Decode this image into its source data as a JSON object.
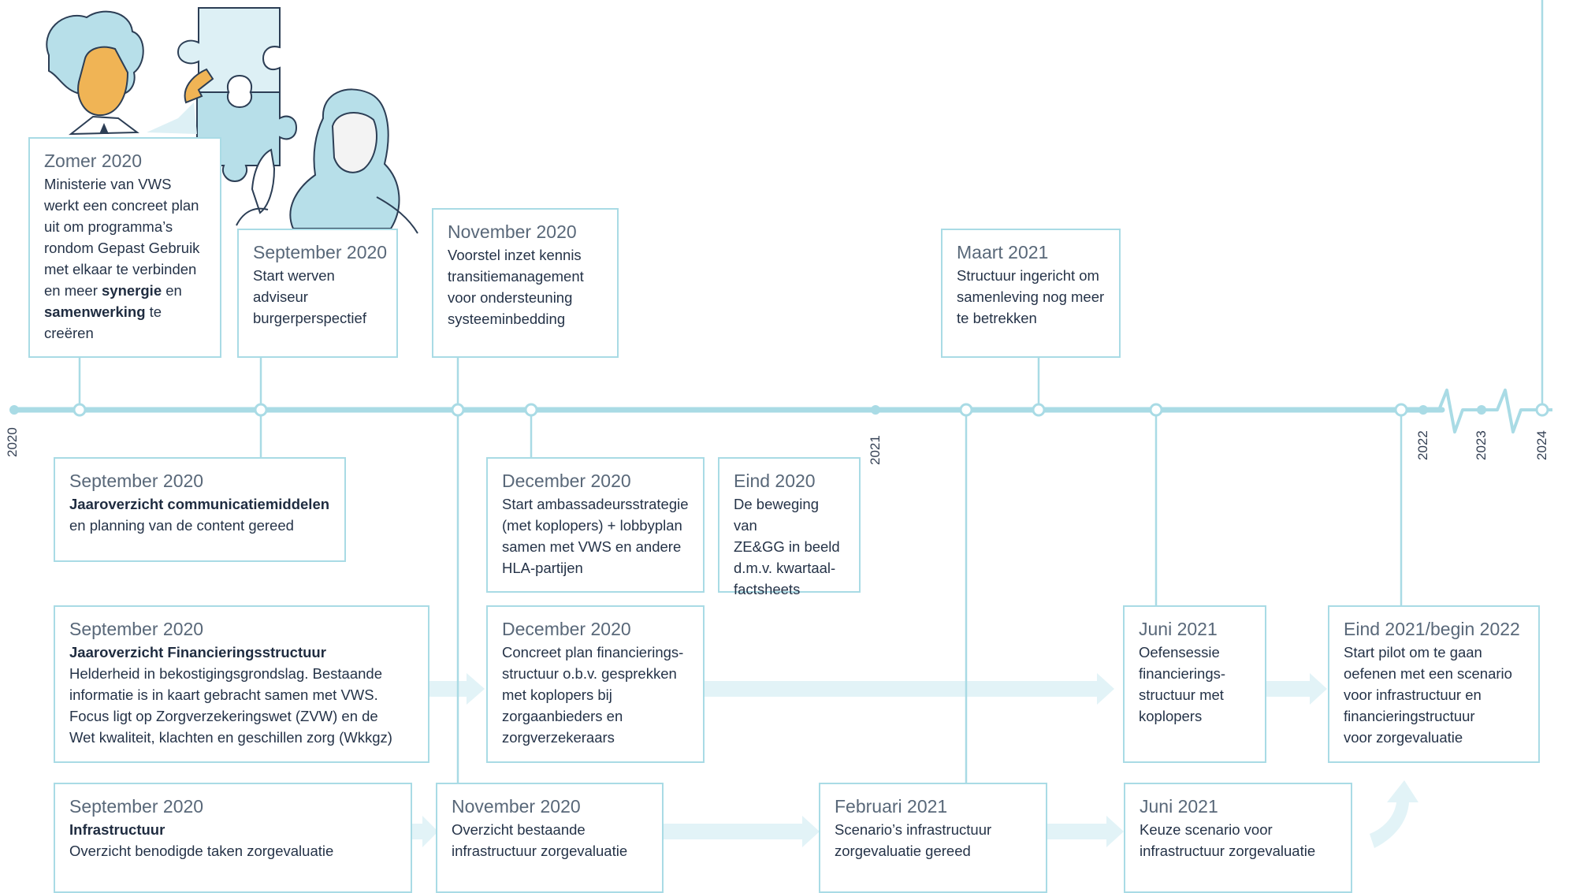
{
  "colors": {
    "line": "#a9dbe5",
    "arrow": "#e2f3f7",
    "text": "#253348",
    "heading": "#596879"
  },
  "years": [
    "2020",
    "2021",
    "2022",
    "2023",
    "2024"
  ],
  "events": {
    "zomer2020": {
      "heading": "Zomer 2020",
      "lines": [
        "Ministerie van VWS",
        "werkt een concreet plan",
        "uit om programma’s",
        "rondom Gepast Gebruik",
        "met elkaar te verbinden"
      ],
      "l6a": "en meer ",
      "l6b": "synergie",
      "l6c": " en",
      "l7a": "samenwerking",
      "l7b": " te",
      "l8": "creëren"
    },
    "sept2020_adviseur": {
      "heading": "September 2020",
      "lines": [
        "Start werven",
        "adviseur",
        "burgerperspectief"
      ]
    },
    "nov2020_kennis": {
      "heading": "November 2020",
      "lines": [
        "Voorstel inzet kennis",
        "transitiemanagement",
        "voor ondersteuning",
        "systeeminbedding"
      ]
    },
    "maart2021": {
      "heading": "Maart 2021",
      "lines": [
        "Structuur ingericht om",
        "samenleving nog meer",
        "te betrekken"
      ]
    },
    "sept2020_communicatie": {
      "heading": "September 2020",
      "bold": "Jaaroverzicht communicatiemiddelen",
      "lines": [
        "en planning van de content gereed"
      ]
    },
    "dec2020_ambassadeurs": {
      "heading": "December 2020",
      "lines": [
        "Start ambassadeursstrategie",
        "(met koplopers) + lobbyplan",
        "samen met VWS en andere",
        "HLA-partijen"
      ]
    },
    "eind2020": {
      "heading": "Eind 2020",
      "lines": [
        "De beweging van",
        "ZE&GG in beeld",
        "d.m.v. kwartaal-",
        "factsheets"
      ]
    },
    "sept2020_financiering": {
      "heading": "September 2020",
      "bold": "Jaaroverzicht Financieringsstructuur",
      "lines": [
        "Helderheid in bekostigingsgrondslag. Bestaande",
        "informatie is in kaart gebracht samen met VWS.",
        "Focus ligt op Zorgverzekeringswet (ZVW) en de",
        "Wet kwaliteit, klachten en geschillen zorg (Wkkgz)"
      ]
    },
    "dec2020_financiering": {
      "heading": "December 2020",
      "lines": [
        "Concreet plan financierings-",
        "structuur o.b.v. gesprekken",
        "met koplopers bij",
        "zorgaanbieders en",
        "zorgverzekeraars"
      ]
    },
    "juni2021_oefensessie": {
      "heading": "Juni 2021",
      "lines": [
        "Oefensessie",
        "financierings-",
        "structuur met",
        "koplopers"
      ]
    },
    "eind2021": {
      "heading": "Eind 2021/begin 2022",
      "lines": [
        "Start pilot om te gaan",
        "oefenen met een scenario",
        "voor infrastructuur en",
        "financieringstructuur",
        "voor zorgevaluatie"
      ]
    },
    "sept2020_infra": {
      "heading": "September 2020",
      "bold": "Infrastructuur",
      "lines": [
        "Overzicht benodigde taken zorgevaluatie"
      ]
    },
    "nov2020_infra": {
      "heading": "November 2020",
      "lines": [
        "Overzicht bestaande",
        "infrastructuur zorgevaluatie"
      ]
    },
    "feb2021": {
      "heading": "Februari 2021",
      "lines": [
        "Scenario’s infrastructuur",
        "zorgevaluatie gereed"
      ]
    },
    "juni2021_keuze": {
      "heading": "Juni 2021",
      "lines": [
        "Keuze scenario voor",
        "infrastructuur zorgevaluatie"
      ]
    }
  }
}
